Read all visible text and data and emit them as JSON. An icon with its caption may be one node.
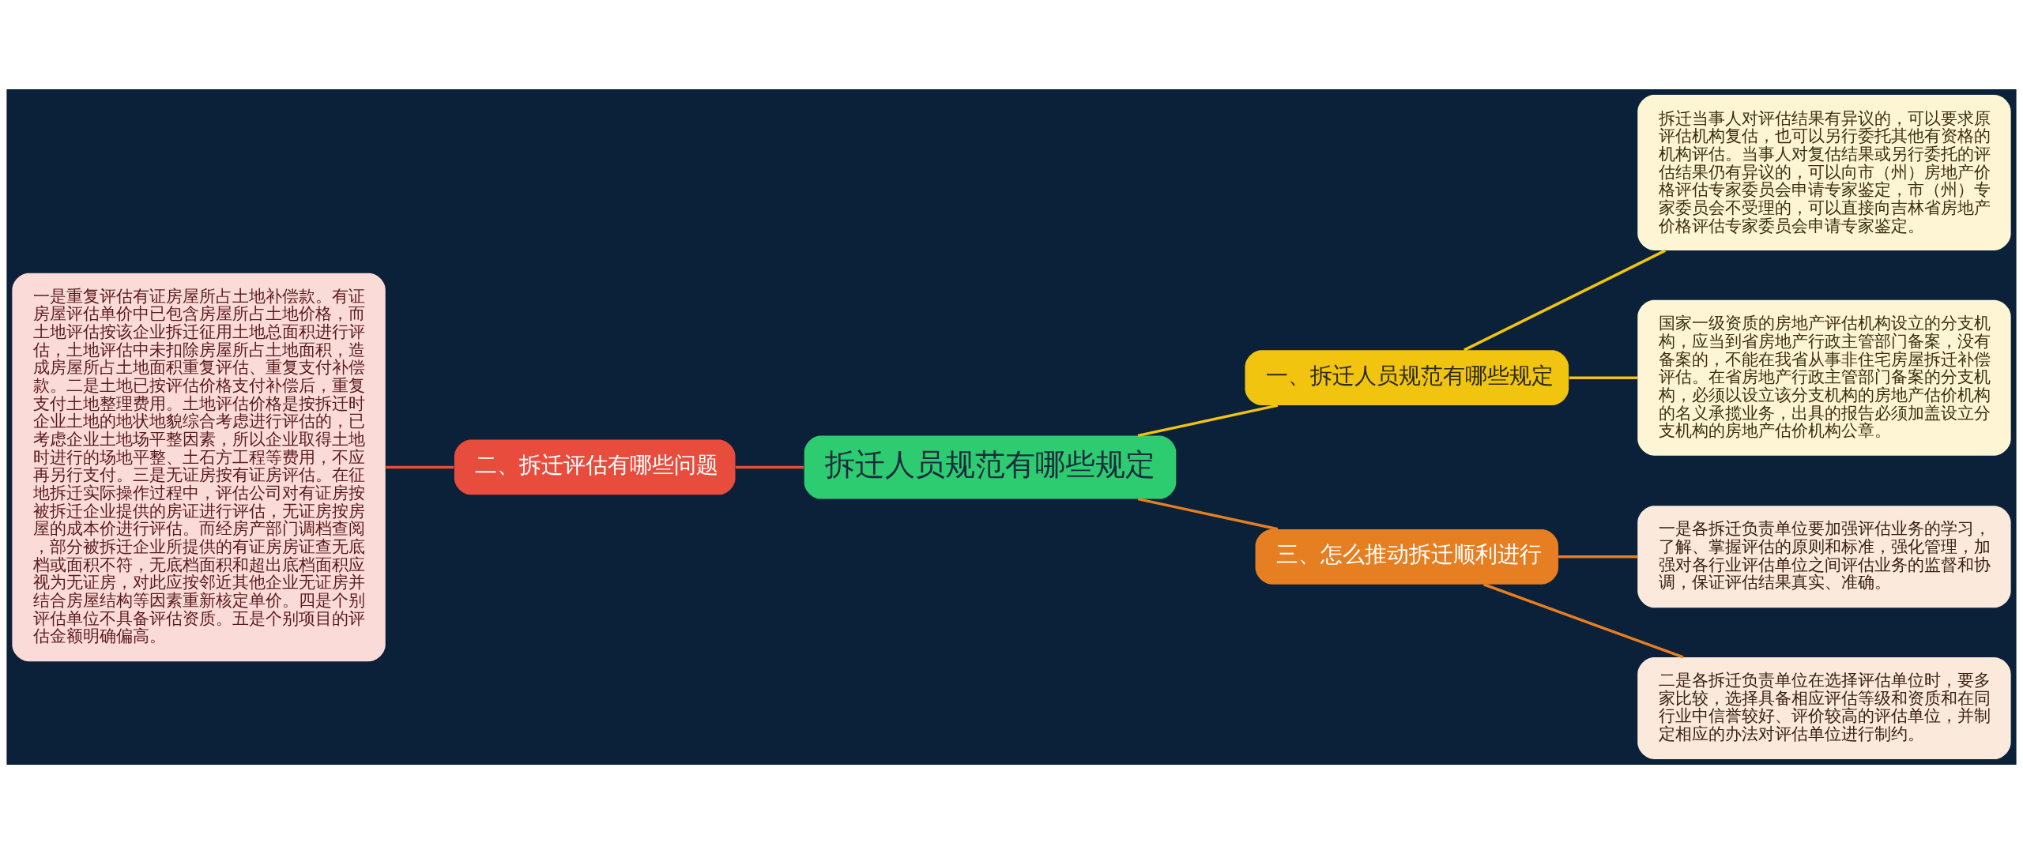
{
  "diagram": {
    "nodes": [
      {
        "text": [
          "拆迁人员规范有哪些规定"
        ]
      },
      {
        "text": [
          "二、拆迁评估有哪些问题"
        ]
      },
      {
        "text": [
          "一是重复评估有证房屋所占土地补偿款。有证房屋评估单价中已包含房屋所占土地价格，而土地评估按该企业拆迁征用土地总面积进行评估，土地评估中未扣除房屋所占土地面积，造成房屋所占土地面积重复评估、重复支付补偿款。二是土地已按评估价格支付补偿后，重复支付土地整理费用。土地评估价格是按拆迁时企业土地的地状地貌综合考虑进行评估的，已考虑企业土地场平整因素，所以企业取得土地时进行的场地平整、土石方工程等费用，不应再另行支付。三是无证房按有证房评估。在征地拆迁实际操作过程中，评估公司对有证房按被拆迁企业提供的房证进行评估，无证房按房屋的成本价进行评估。而经房产部门调档查阅，部分被拆迁企业所提供的有证房房证查无底档或面积不符，无底档面积和超出底档面积应视为无证房，对此应按邻近其他企业无证房并结合房屋结构等因素重新核定单价。四是个别评估单位不具备评估资质。五是个别项目的评估金额明确偏高。"
        ]
      },
      {
        "text": [
          "一、拆迁人员规范有哪些规定"
        ]
      },
      {
        "text": [
          "拆迁当事人对评估结果有异议的，可以要求原评估机构复估，也可以另行委托其他有资格的机构评估。当事人对复估结果或另行委托的评估结果仍有异议的，可以向市（州）房地产价格评估专家委员会申请专家鉴定，市（州）专家委员会不受理的，可以直接向吉林省房地产价格评估专家委员会申请专家鉴定。"
        ]
      },
      {
        "text": [
          "国家一级资质的房地产评估机构设立的分支机构，应当到省房地产行政主管部门备案，没有备案的，不能在我省从事非住宅房屋拆迁补偿评估。在省房地产行政主管部门备案的分支机构，必须以设立该分支机构的房地产估价机构的名义承揽业务，出具的报告必须加盖设立分支机构的房地产估价机构公章。"
        ]
      },
      {
        "text": [
          "三、怎么推动拆迁顺利进行"
        ]
      },
      {
        "text": [
          "一是各拆迁负责单位要加强评估业务的学习，了解、掌握评估的原则和标准，强化管理，加强对各行业评估单位之间评估业务的监督和协调，保证评估结果真实、准确。"
        ]
      },
      {
        "text": [
          "二是各拆迁负责单位在选择评估单位时，要多家比较，选择具备相应评估等级和资质和在同行业中信誉较好、评价较高的评估单位，并制定相应的办法对评估单位进行制约。"
        ]
      }
    ],
    "edges": [
      {
        "from": 0,
        "to": 1,
        "arrow": "none",
        "color": "#e74c3c"
      },
      {
        "from": 1,
        "to": 2,
        "arrow": "none",
        "color": "#e74c3c"
      },
      {
        "from": 0,
        "to": 3,
        "arrow": "none",
        "color": "#f1c40f"
      },
      {
        "from": 3,
        "to": 4,
        "arrow": "none",
        "color": "#f1c40f"
      },
      {
        "from": 3,
        "to": 5,
        "arrow": "none",
        "color": "#f1c40f"
      },
      {
        "from": 0,
        "to": 6,
        "arrow": "none",
        "color": "#e67e22"
      },
      {
        "from": 6,
        "to": 7,
        "arrow": "none",
        "color": "#e67e22"
      },
      {
        "from": 6,
        "to": 8,
        "arrow": "none",
        "color": "#e67e22"
      }
    ]
  }
}
